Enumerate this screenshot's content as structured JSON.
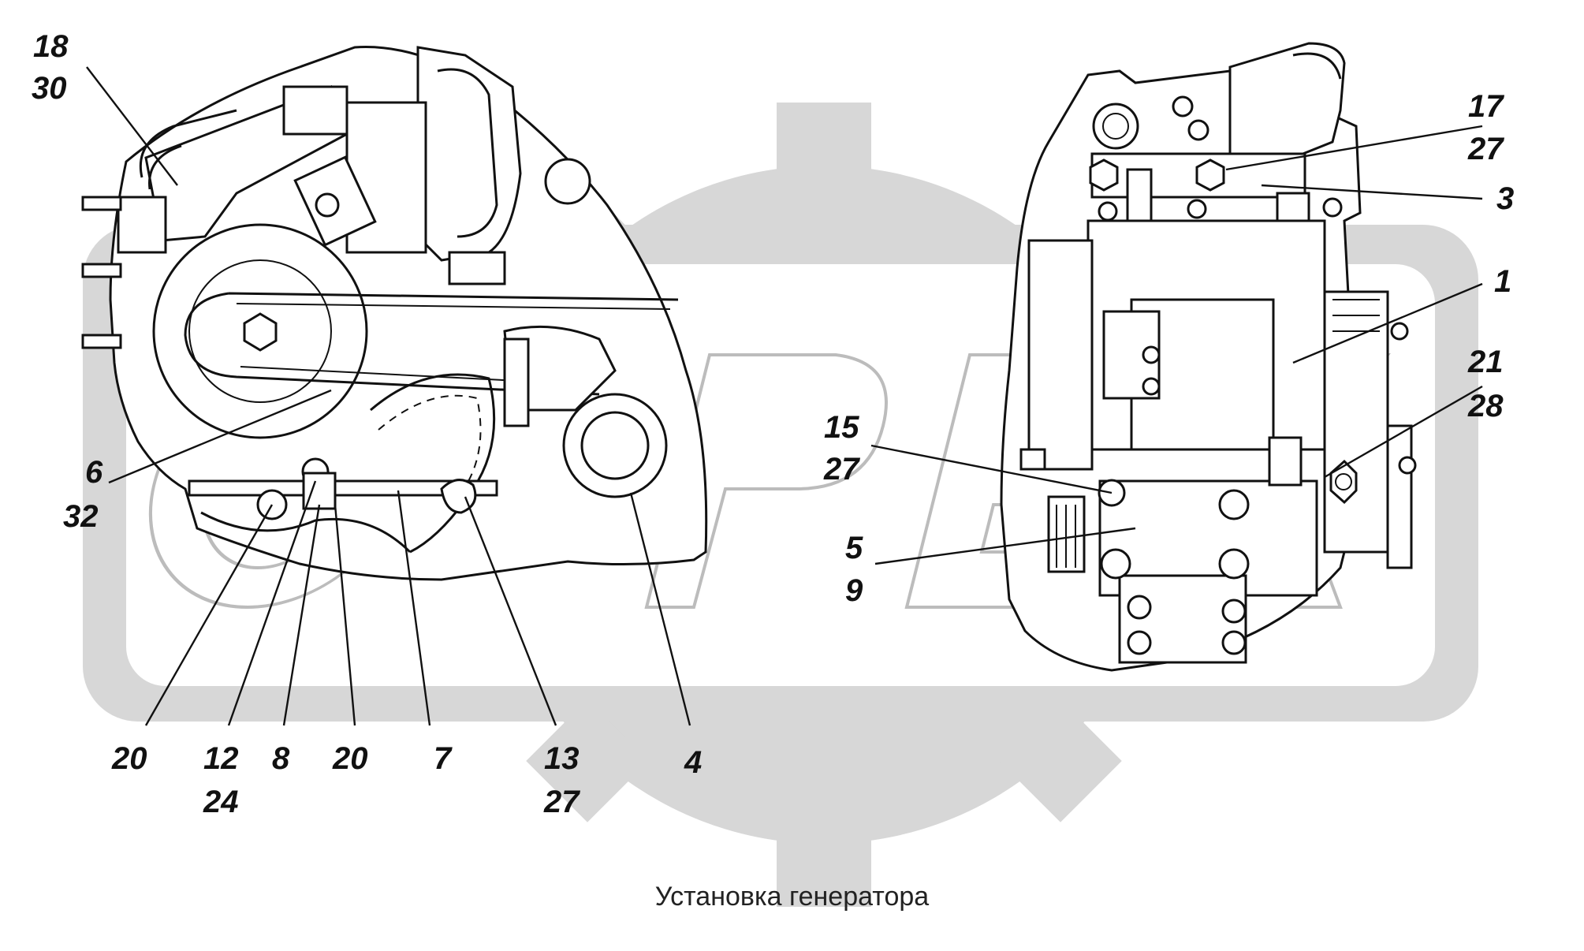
{
  "caption": "Установка генератора",
  "watermark": {
    "text": "OPEX",
    "color": "#d7d7d7"
  },
  "left_view_labels": [
    {
      "id": "lbl-18",
      "text": "18"
    },
    {
      "id": "lbl-30",
      "text": "30"
    },
    {
      "id": "lbl-6",
      "text": "6"
    },
    {
      "id": "lbl-32",
      "text": "32"
    },
    {
      "id": "lbl-20a",
      "text": "20"
    },
    {
      "id": "lbl-12",
      "text": "12"
    },
    {
      "id": "lbl-24",
      "text": "24"
    },
    {
      "id": "lbl-8",
      "text": "8"
    },
    {
      "id": "lbl-20b",
      "text": "20"
    },
    {
      "id": "lbl-7",
      "text": "7"
    },
    {
      "id": "lbl-13",
      "text": "13"
    },
    {
      "id": "lbl-27a",
      "text": "27"
    },
    {
      "id": "lbl-4",
      "text": "4"
    }
  ],
  "right_view_labels": [
    {
      "id": "lbl-17",
      "text": "17"
    },
    {
      "id": "lbl-27b",
      "text": "27"
    },
    {
      "id": "lbl-3",
      "text": "3"
    },
    {
      "id": "lbl-1",
      "text": "1"
    },
    {
      "id": "lbl-21",
      "text": "21"
    },
    {
      "id": "lbl-28",
      "text": "28"
    },
    {
      "id": "lbl-15",
      "text": "15"
    },
    {
      "id": "lbl-27c",
      "text": "27"
    },
    {
      "id": "lbl-5",
      "text": "5"
    },
    {
      "id": "lbl-9",
      "text": "9"
    }
  ]
}
